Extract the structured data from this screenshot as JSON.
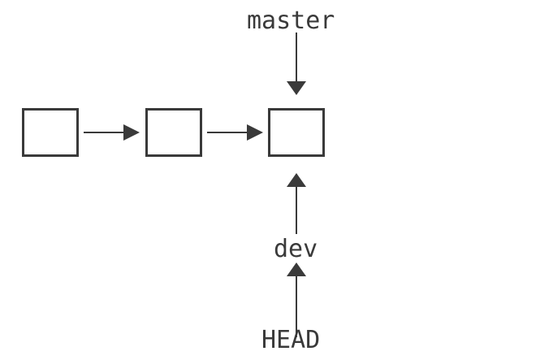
{
  "canvas": {
    "background": "#ffffff",
    "stroke_color": "#3a3a3a"
  },
  "labels": {
    "master": "master",
    "dev": "dev",
    "head": "HEAD"
  },
  "nodes": [
    {
      "id": "commit-1",
      "text": ""
    },
    {
      "id": "commit-2",
      "text": ""
    },
    {
      "id": "commit-3",
      "text": ""
    }
  ],
  "arrows": [
    {
      "from": "commit-1",
      "to": "commit-2",
      "direction": "right"
    },
    {
      "from": "commit-2",
      "to": "commit-3",
      "direction": "right"
    },
    {
      "from": "master-label",
      "to": "commit-3",
      "direction": "down"
    },
    {
      "from": "dev-label",
      "to": "commit-3",
      "direction": "up"
    },
    {
      "from": "head-label",
      "to": "dev-label",
      "direction": "up"
    }
  ]
}
